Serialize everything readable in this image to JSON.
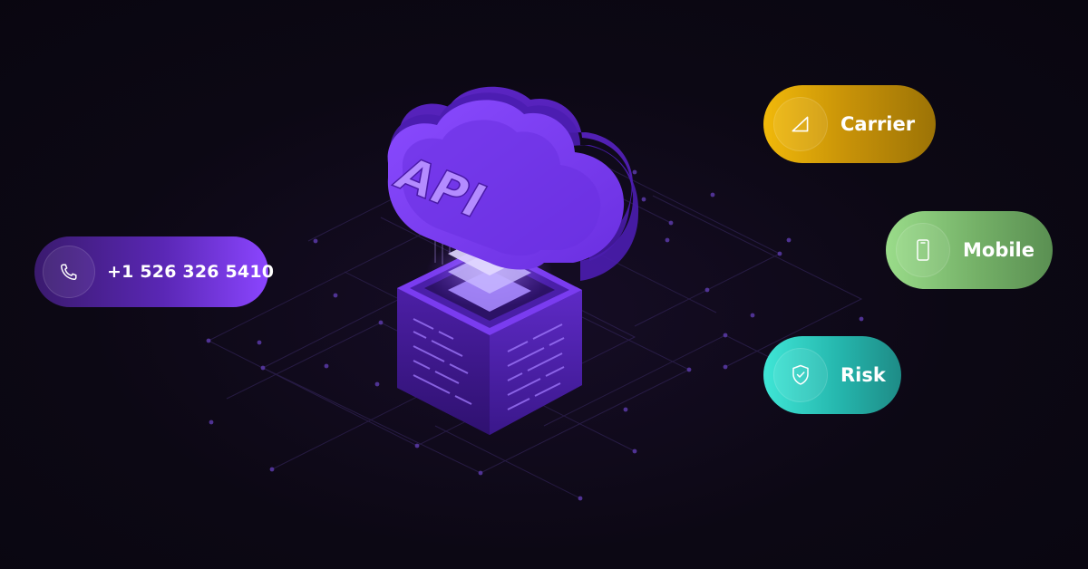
{
  "graphic": {
    "center_label": "API",
    "phone_number": "+1 526 326 5410",
    "outputs": [
      {
        "label": "Carrier",
        "icon": "signal-triangle-icon",
        "color": "#d9a508"
      },
      {
        "label": "Mobile",
        "icon": "smartphone-icon",
        "color": "#7cbf6c"
      },
      {
        "label": "Risk",
        "icon": "shield-check-icon",
        "color": "#2ec9be"
      }
    ],
    "input_icon": "phone-icon",
    "colors": {
      "background": "#0b0712",
      "accent_purple": "#8b45ff",
      "cloud": "#7a3cf0"
    }
  }
}
